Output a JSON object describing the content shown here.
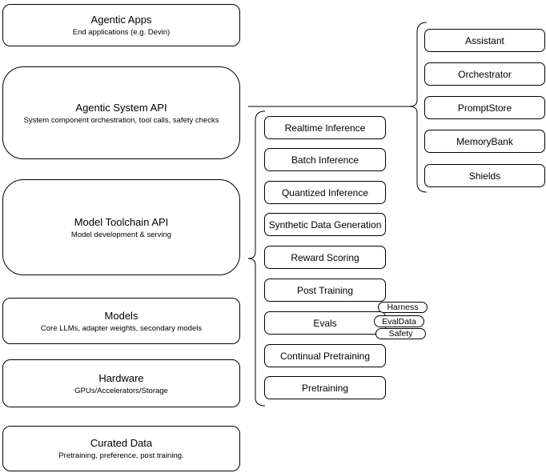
{
  "left_stack": [
    {
      "title": "Agentic Apps",
      "subtitle": "End applications (e.g. Devin)"
    },
    {
      "title": "Agentic System API",
      "subtitle": "System component orchestration, tool calls, safety checks"
    },
    {
      "title": "Model Toolchain API",
      "subtitle": "Model development & serving"
    },
    {
      "title": "Models",
      "subtitle": "Core LLMs, adapter weights, secondary models"
    },
    {
      "title": "Hardware",
      "subtitle": "GPUs/Accelerators/Storage"
    },
    {
      "title": "Curated Data",
      "subtitle": "Pretraining, preference, post training."
    }
  ],
  "toolchain": {
    "items": [
      "Realtime Inference",
      "Batch Inference",
      "Quantized Inference",
      "Synthetic Data Generation",
      "Reward Scoring",
      "Post Training",
      "Evals",
      "Continual Pretraining",
      "Pretraining"
    ],
    "eval_tags": [
      "Harness",
      "EvalData",
      "Safety"
    ]
  },
  "system_components": [
    "Assistant",
    "Orchestrator",
    "PromptStore",
    "MemoryBank",
    "Shields"
  ],
  "colors": {
    "stroke": "#000000",
    "fill": "#ffffff",
    "background": "#ffffff"
  }
}
